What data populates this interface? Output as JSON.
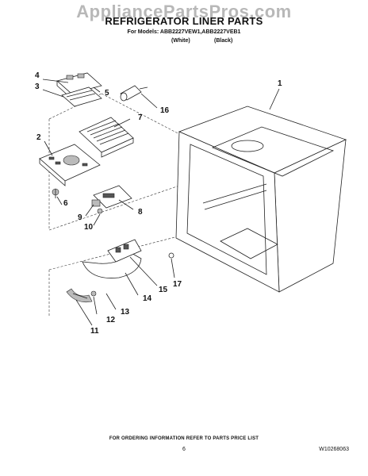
{
  "watermark": "AppliancePartsPros.com",
  "title": "REFRIGERATOR LINER PARTS",
  "models": "For Models: ABB2227VEW1,ABB2227VEB1",
  "variants": [
    "(White)",
    "(Black)"
  ],
  "callouts": [
    "1",
    "2",
    "3",
    "4",
    "5",
    "6",
    "7",
    "8",
    "9",
    "10",
    "11",
    "12",
    "13",
    "14",
    "15",
    "16",
    "17"
  ],
  "footer": {
    "ordering_note": "FOR ORDERING INFORMATION REFER TO PARTS PRICE LIST",
    "page_number": "6",
    "document_number": "W10268063"
  }
}
